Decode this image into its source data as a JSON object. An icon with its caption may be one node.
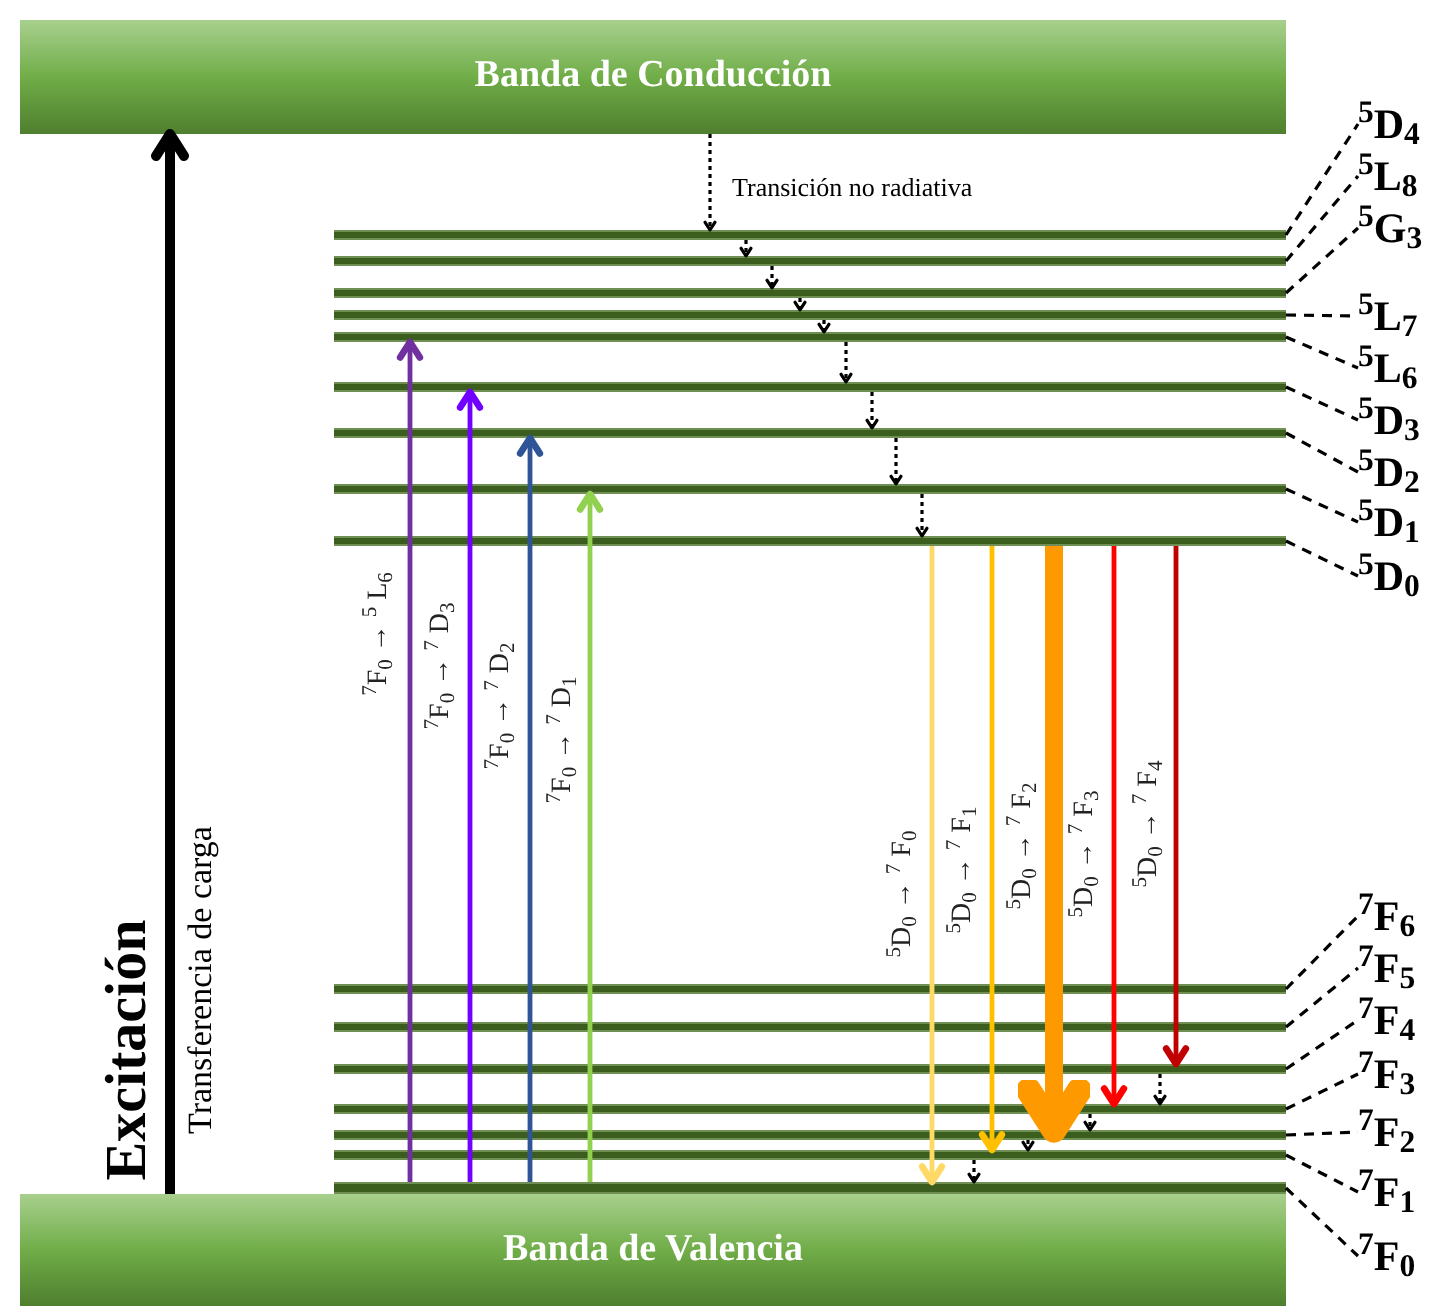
{
  "diagram": {
    "nodes": [
      {
        "text": [
          "Banda de Conducción"
        ]
      },
      {
        "text": [
          "Banda de Valencia"
        ]
      },
      {
        "text": [],
        "shape": "bar"
      },
      {
        "text": [],
        "shape": "bar"
      },
      {
        "text": [],
        "shape": "bar"
      },
      {
        "text": [],
        "shape": "bar"
      },
      {
        "text": [],
        "shape": "bar"
      },
      {
        "text": [],
        "shape": "bar"
      },
      {
        "text": [],
        "shape": "bar"
      },
      {
        "text": [],
        "shape": "bar"
      },
      {
        "text": [],
        "shape": "bar"
      },
      {
        "text": [],
        "shape": "bar"
      },
      {
        "text": [],
        "shape": "bar"
      },
      {
        "text": [],
        "shape": "bar"
      },
      {
        "text": [],
        "shape": "bar"
      },
      {
        "text": [],
        "shape": "bar"
      },
      {
        "text": [],
        "shape": "bar"
      },
      {
        "text": [],
        "shape": "bar"
      },
      {
        "text": [
          "$^{5}$D$_{4}$"
        ]
      },
      {
        "text": [
          "$^{5}$L$_{8}$"
        ]
      },
      {
        "text": [
          "$^{5}$G$_{3}$"
        ]
      },
      {
        "text": [
          "$^{5}$L$_{7}$"
        ]
      },
      {
        "text": [
          "$^{5}$L$_{6}$"
        ]
      },
      {
        "text": [
          "$^{5}$D$_{3}$"
        ]
      },
      {
        "text": [
          "$^{5}$D$_{2}$"
        ]
      },
      {
        "text": [
          "$^{5}$D$_{1}$"
        ]
      },
      {
        "text": [
          "$^{5}$D$_{0}$"
        ]
      },
      {
        "text": [
          "$^{7}$F$_{6}$"
        ]
      },
      {
        "text": [
          "$^{7}$F$_{5}$"
        ]
      },
      {
        "text": [
          "$^{7}$F$_{4}$"
        ]
      },
      {
        "text": [
          "$^{7}$F$_{3}$"
        ]
      },
      {
        "text": [
          "$^{7}$F$_{2}$"
        ]
      },
      {
        "text": [
          "$^{7}$F$_{1}$"
        ]
      },
      {
        "text": [
          "$^{7}$F$_{0}$"
        ]
      }
    ],
    "edges": [
      {
        "from": 1,
        "to": 0,
        "arrow": "to",
        "style": "thick"
      },
      {
        "from": 17,
        "to": 6,
        "arrow": "to",
        "color": "#7030a0",
        "label": "$^{7}$F$_{0}$ → $^{5}$ L$_{6}$"
      },
      {
        "from": 17,
        "to": 7,
        "arrow": "to",
        "color": "#7000ff",
        "label": "$^{7}$F$_{0}$ → $^{7}$ D$_{3}$"
      },
      {
        "from": 17,
        "to": 8,
        "arrow": "to",
        "color": "#2f5597",
        "label": "$^{7}$F$_{0}$ → $^{7}$ D$_{2}$"
      },
      {
        "from": 17,
        "to": 9,
        "arrow": "to",
        "color": "#92d050",
        "label": "$^{7}$F$_{0}$ → $^{7}$ D$_{1}$"
      },
      {
        "from": 10,
        "to": 17,
        "arrow": "to",
        "color": "#ffd966",
        "label": "$^{5}$D$_{0}$ → $^{7}$ F$_{0}$"
      },
      {
        "from": 10,
        "to": 16,
        "arrow": "to",
        "color": "#ffc000",
        "label": "$^{5}$D$_{0}$ → $^{7}$ F$_{1}$"
      },
      {
        "from": 10,
        "to": 15,
        "arrow": "to",
        "color": "#ff9900",
        "style": "thick",
        "label": "$^{5}$D$_{0}$ → $^{7}$ F$_{2}$"
      },
      {
        "from": 10,
        "to": 14,
        "arrow": "to",
        "color": "#ff0000",
        "label": "$^{5}$D$_{0}$ → $^{7}$ F$_{3}$"
      },
      {
        "from": 10,
        "to": 13,
        "arrow": "to",
        "color": "#c00000",
        "label": "$^{5}$D$_{0}$ → $^{7}$ F$_{4}$"
      },
      {
        "from": 0,
        "to": 2,
        "arrow": "to",
        "style": "dashed"
      },
      {
        "from": 2,
        "to": 3,
        "arrow": "to",
        "style": "dashed"
      },
      {
        "from": 3,
        "to": 4,
        "arrow": "to",
        "style": "dashed"
      },
      {
        "from": 4,
        "to": 5,
        "arrow": "to",
        "style": "dashed"
      },
      {
        "from": 5,
        "to": 6,
        "arrow": "to",
        "style": "dashed"
      },
      {
        "from": 6,
        "to": 7,
        "arrow": "to",
        "style": "dashed"
      },
      {
        "from": 7,
        "to": 8,
        "arrow": "to",
        "style": "dashed"
      },
      {
        "from": 8,
        "to": 9,
        "arrow": "to",
        "style": "dashed"
      },
      {
        "from": 9,
        "to": 10,
        "arrow": "to",
        "style": "dashed"
      },
      {
        "from": 13,
        "to": 14,
        "arrow": "to",
        "style": "dashed"
      },
      {
        "from": 14,
        "to": 15,
        "arrow": "to",
        "style": "dashed"
      },
      {
        "from": 15,
        "to": 16,
        "arrow": "to",
        "style": "dashed"
      },
      {
        "from": 16,
        "to": 17,
        "arrow": "to",
        "style": "dashed"
      },
      {
        "from": 2,
        "to": 18,
        "arrow": "none",
        "style": "dashed"
      },
      {
        "from": 3,
        "to": 19,
        "arrow": "none",
        "style": "dashed"
      },
      {
        "from": 4,
        "to": 20,
        "arrow": "none",
        "style": "dashed"
      },
      {
        "from": 5,
        "to": 21,
        "arrow": "none",
        "style": "dashed"
      },
      {
        "from": 6,
        "to": 22,
        "arrow": "none",
        "style": "dashed"
      },
      {
        "from": 7,
        "to": 23,
        "arrow": "none",
        "style": "dashed"
      },
      {
        "from": 8,
        "to": 24,
        "arrow": "none",
        "style": "dashed"
      },
      {
        "from": 9,
        "to": 25,
        "arrow": "none",
        "style": "dashed"
      },
      {
        "from": 10,
        "to": 26,
        "arrow": "none",
        "style": "dashed"
      },
      {
        "from": 11,
        "to": 27,
        "arrow": "none",
        "style": "dashed"
      },
      {
        "from": 12,
        "to": 28,
        "arrow": "none",
        "style": "dashed"
      },
      {
        "from": 13,
        "to": 29,
        "arrow": "none",
        "style": "dashed"
      },
      {
        "from": 14,
        "to": 30,
        "arrow": "none",
        "style": "dashed"
      },
      {
        "from": 15,
        "to": 31,
        "arrow": "none",
        "style": "dashed"
      },
      {
        "from": 16,
        "to": 32,
        "arrow": "none",
        "style": "dashed"
      },
      {
        "from": 17,
        "to": 33,
        "arrow": "none",
        "style": "dashed"
      }
    ],
    "labels": [
      "Transición no radiativa",
      "Excitación",
      "Transferencia de carga"
    ]
  }
}
